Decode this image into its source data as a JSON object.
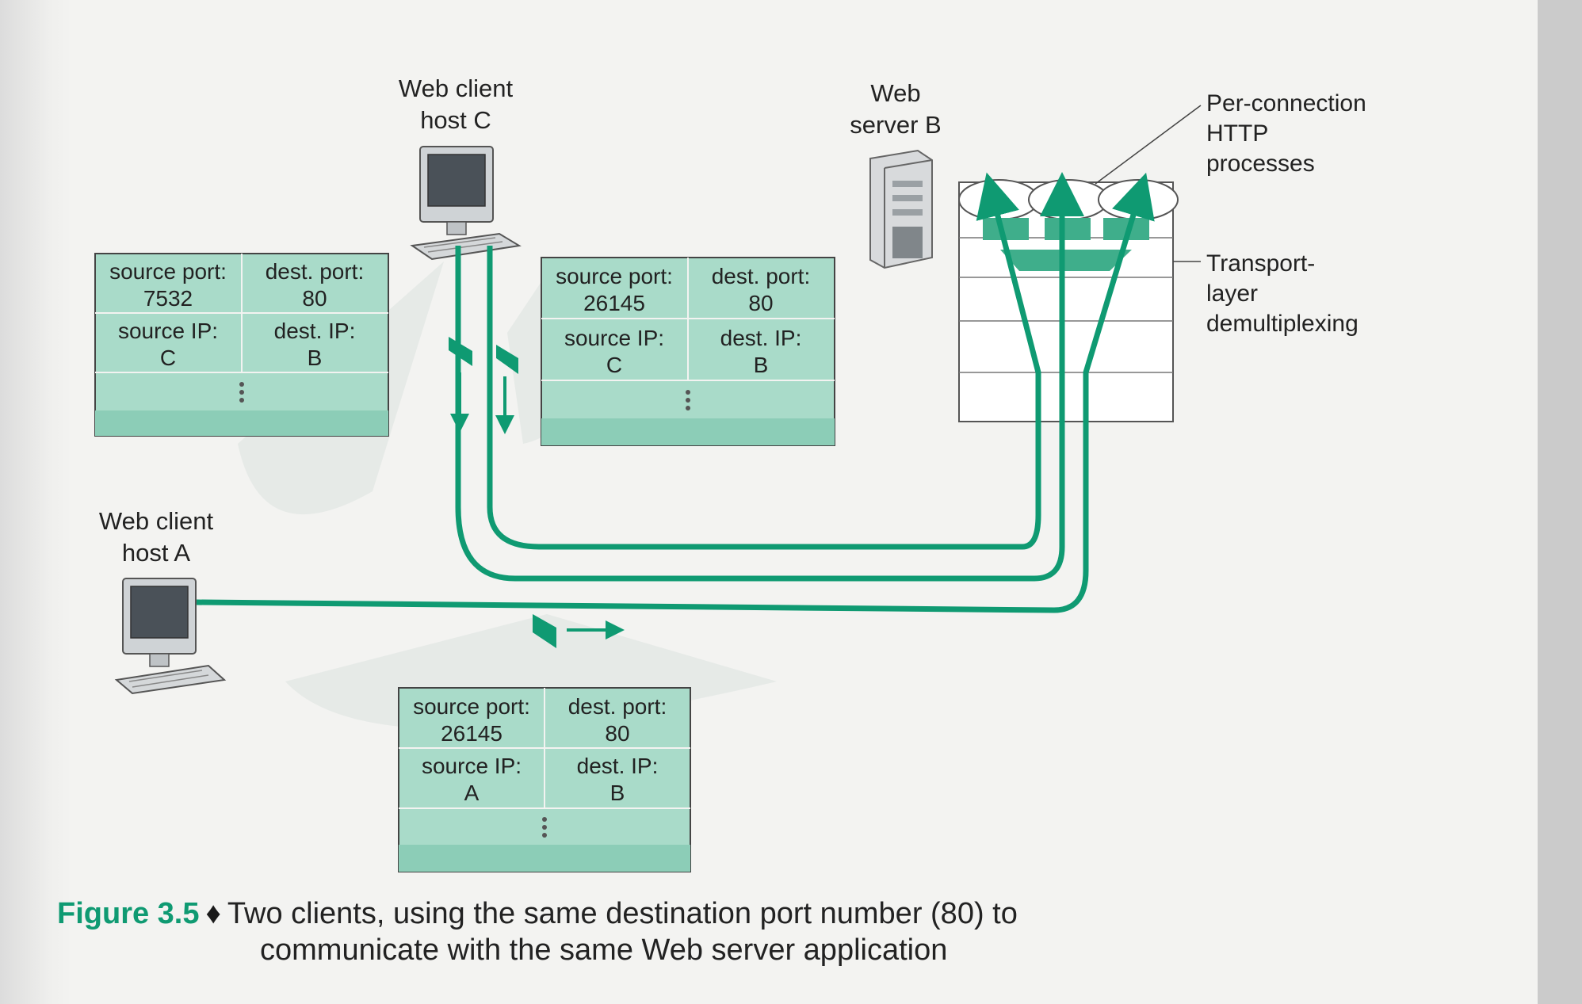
{
  "figure": {
    "number": "Figure 3.5",
    "separator": "♦",
    "caption_line1": "Two clients, using the same destination port number (80) to",
    "caption_line2": "communicate with the same Web server application"
  },
  "colors": {
    "accent_green": "#0f9a72",
    "segment_fill": "#a9dbc9",
    "segment_stripe": "#8ccdb7",
    "caption_number": "#0f9a72"
  },
  "nodes": {
    "client_c": {
      "line1": "Web client",
      "line2": "host C",
      "icon": "desktop-computer-icon"
    },
    "server_b": {
      "line1": "Web",
      "line2": "server B",
      "icon": "server-tower-icon"
    },
    "client_a": {
      "line1": "Web client",
      "line2": "host A",
      "icon": "desktop-computer-icon"
    }
  },
  "annotations": {
    "per_connection": [
      "Per-connection",
      "HTTP",
      "processes"
    ],
    "transport_layer": [
      "Transport-",
      "layer",
      "demultiplexing"
    ]
  },
  "segments": [
    {
      "id": "c-left",
      "source_port_label": "source port:",
      "source_port": "7532",
      "dest_port_label": "dest. port:",
      "dest_port": "80",
      "source_ip_label": "source IP:",
      "source_ip": "C",
      "dest_ip_label": "dest. IP:",
      "dest_ip": "B"
    },
    {
      "id": "c-right",
      "source_port_label": "source port:",
      "source_port": "26145",
      "dest_port_label": "dest. port:",
      "dest_port": "80",
      "source_ip_label": "source IP:",
      "source_ip": "C",
      "dest_ip_label": "dest. IP:",
      "dest_ip": "B"
    },
    {
      "id": "a",
      "source_port_label": "source port:",
      "source_port": "26145",
      "dest_port_label": "dest. port:",
      "dest_port": "80",
      "source_ip_label": "source IP:",
      "source_ip": "A",
      "dest_ip_label": "dest. IP:",
      "dest_ip": "B"
    }
  ]
}
